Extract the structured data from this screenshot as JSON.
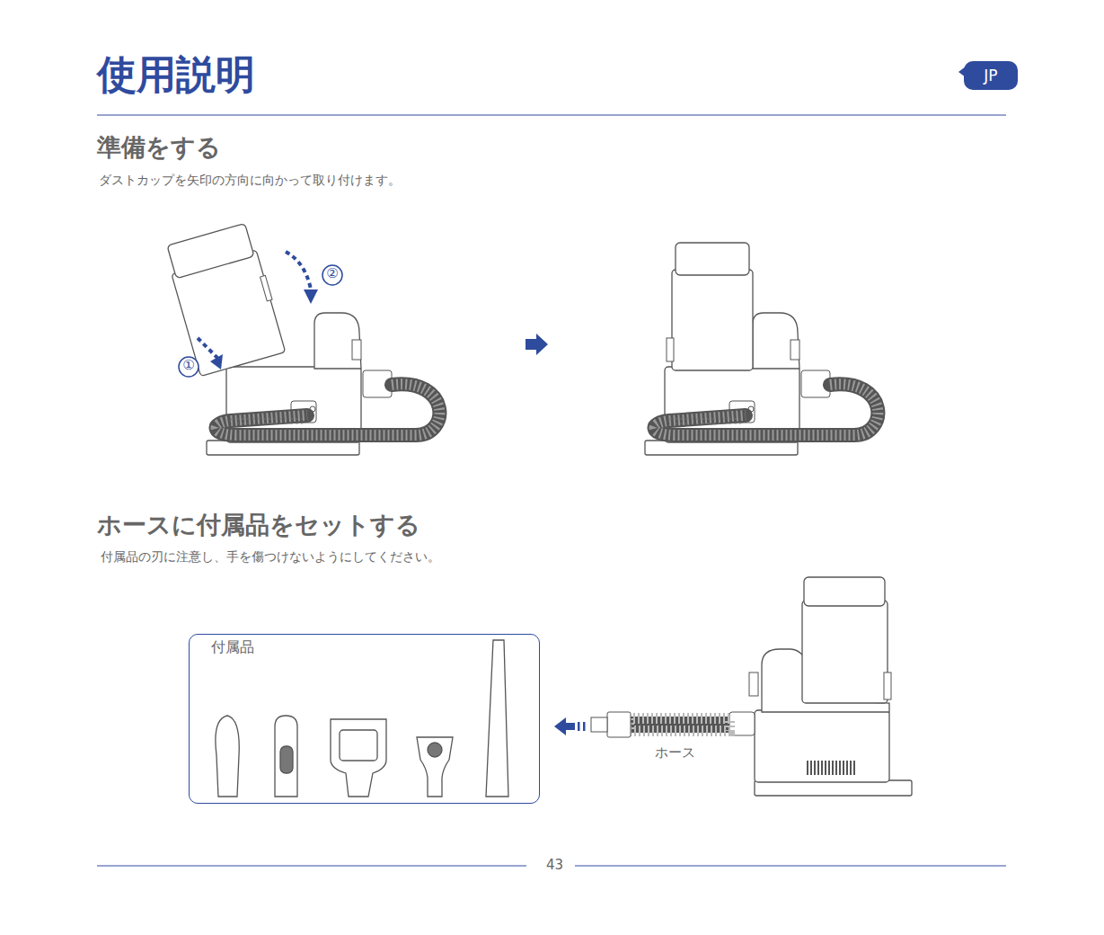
{
  "diagram": {
    "title": "使用説明",
    "nodes": [
      {
        "text": [
          "JP"
        ]
      },
      {
        "text": [
          "付属品"
        ]
      }
    ],
    "labels": [
      "準備をする",
      "ダストカップを矢印の方向に向かって取り付けます。",
      "②",
      "①",
      "ホースに付属品をセットする",
      "付属品の刃に注意し、手を傷つけないようにしてください。",
      "ホース",
      "43"
    ]
  }
}
